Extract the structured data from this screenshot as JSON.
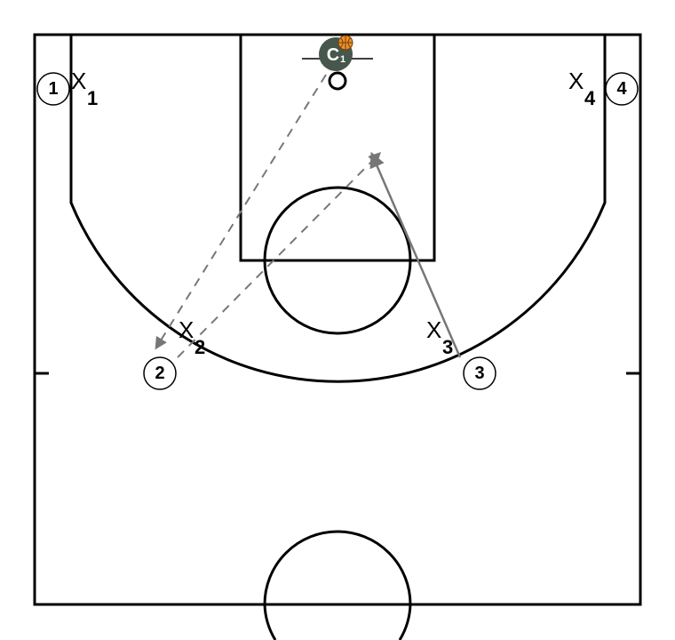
{
  "offense": [
    {
      "id": "o1",
      "label": "1"
    },
    {
      "id": "o2",
      "label": "2"
    },
    {
      "id": "o3",
      "label": "3"
    },
    {
      "id": "o4",
      "label": "4"
    }
  ],
  "defense": [
    {
      "id": "x1",
      "mark": "X",
      "sub": "1"
    },
    {
      "id": "x2",
      "mark": "X",
      "sub": "2"
    },
    {
      "id": "x3",
      "mark": "X",
      "sub": "3"
    },
    {
      "id": "x4",
      "mark": "X",
      "sub": "4"
    }
  ],
  "coach": {
    "letter": "C",
    "sub": "1",
    "color": "#46574b"
  },
  "colors": {
    "lines": "#000000",
    "pass_arrows": "#777777",
    "ball": "#e8912d"
  },
  "icons": {
    "ball": "basketball-icon",
    "pass": "dashed-arrow",
    "cut": "solid-arrow"
  }
}
